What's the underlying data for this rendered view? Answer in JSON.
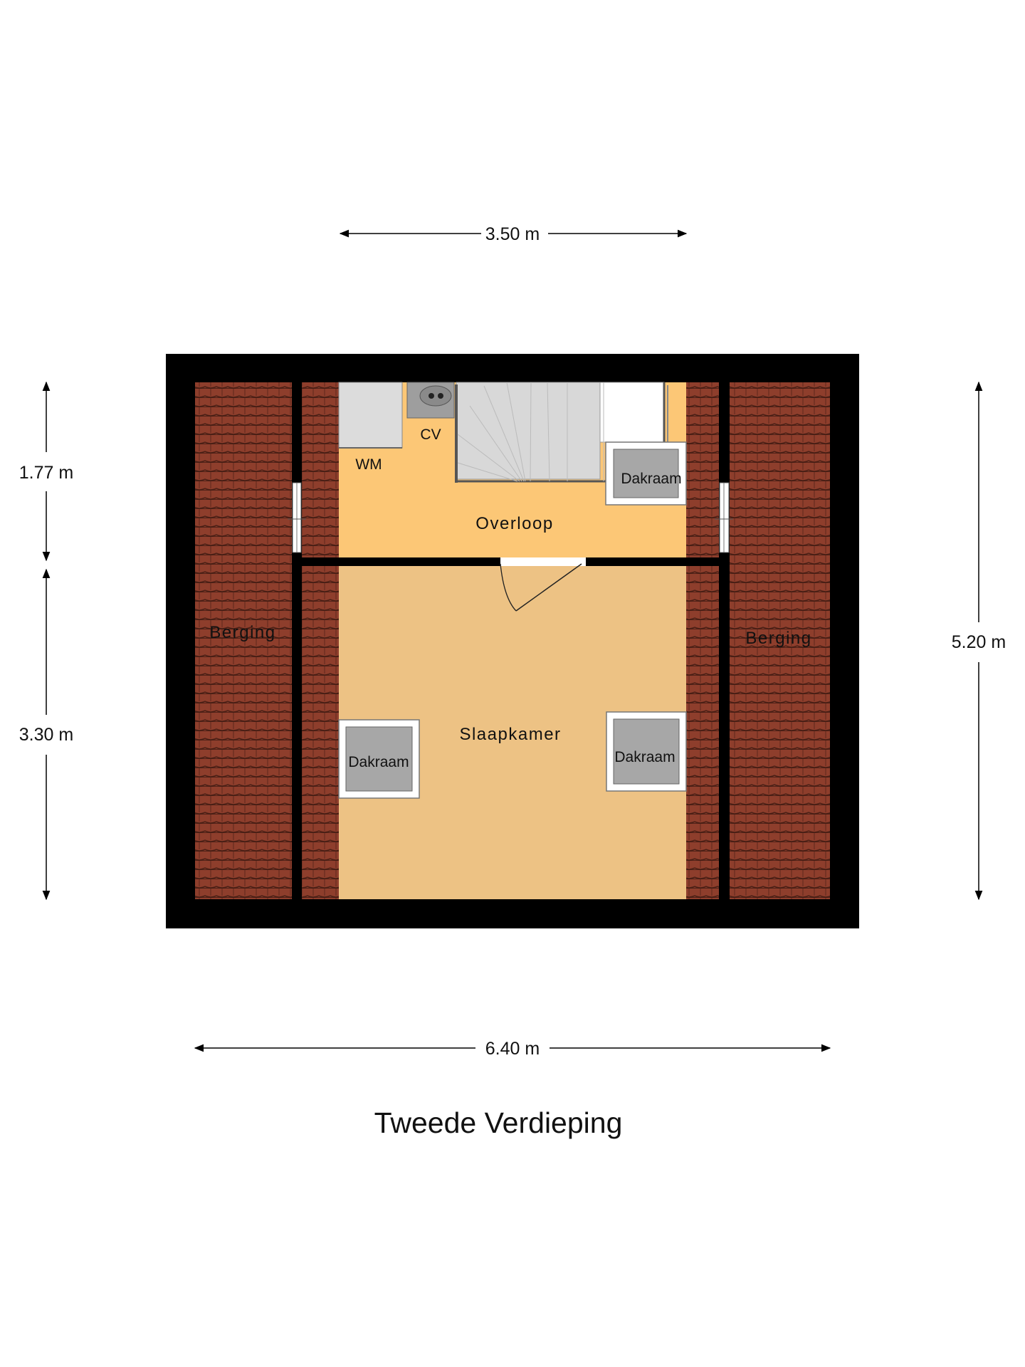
{
  "title": "Tweede Verdieping",
  "dimensions": {
    "top": "3.50 m",
    "bottom": "6.40 m",
    "left_upper": "1.77 m",
    "left_lower": "3.30 m",
    "right": "5.20 m"
  },
  "rooms": {
    "overloop": "Overloop",
    "slaapkamer": "Slaapkamer",
    "berging_left": "Berging",
    "berging_right": "Berging"
  },
  "fixtures": {
    "wm": "WM",
    "cv": "CV",
    "dakraam_top": "Dakraam",
    "dakraam_left": "Dakraam",
    "dakraam_right": "Dakraam"
  },
  "colors": {
    "wall": "#000000",
    "overloop_floor": "#fcc776",
    "slaapkamer_floor": "#edc284",
    "roof_tile": "#8e3e2c",
    "skylight_glass": "#a7a7a7"
  }
}
